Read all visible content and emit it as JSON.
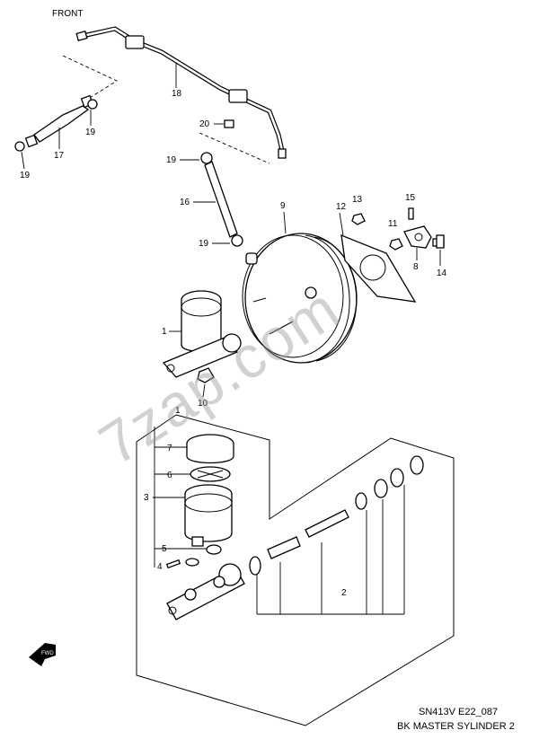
{
  "diagram": {
    "top_label": "FRONT",
    "callouts": {
      "n1a": "1",
      "n1b": "1",
      "n2": "2",
      "n3": "3",
      "n4": "4",
      "n5": "5",
      "n6": "6",
      "n7": "7",
      "n8": "8",
      "n9": "9",
      "n10": "10",
      "n11": "11",
      "n12": "12",
      "n13": "13",
      "n14": "14",
      "n15": "15",
      "n16": "16",
      "n17": "17",
      "n18": "18",
      "n19a": "19",
      "n19b": "19",
      "n19c": "19",
      "n19d": "19",
      "n20": "20"
    },
    "fwd_label": "FWD",
    "watermark": "7zap.com",
    "footer_code": "SN413V E22_087",
    "footer_title": "BK MASTER SYLINDER 2"
  }
}
